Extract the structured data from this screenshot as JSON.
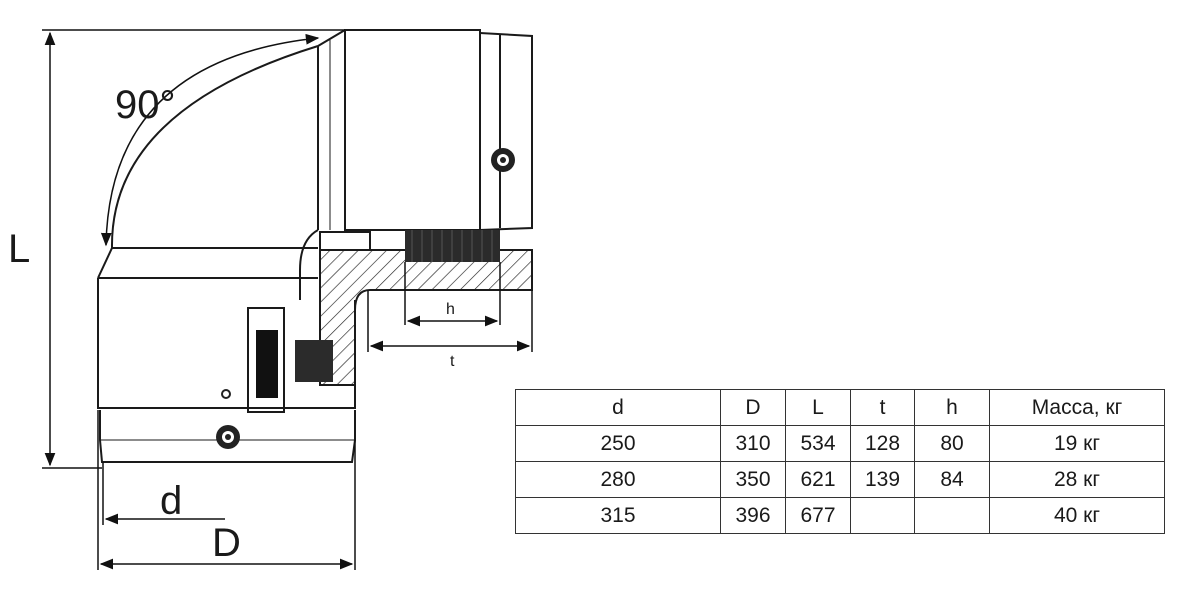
{
  "drawing": {
    "angle_label": "90°",
    "dim_L": "L",
    "dim_d": "d",
    "dim_D": "D",
    "dim_h": "h",
    "dim_t": "t"
  },
  "table": {
    "headers": [
      "d",
      "D",
      "L",
      "t",
      "h",
      "Масса, кг"
    ],
    "rows": [
      [
        "250",
        "310",
        "534",
        "128",
        "80",
        "19 кг"
      ],
      [
        "280",
        "350",
        "621",
        "139",
        "84",
        "28 кг"
      ],
      [
        "315",
        "396",
        "677",
        "",
        "",
        "40 кг"
      ]
    ]
  }
}
